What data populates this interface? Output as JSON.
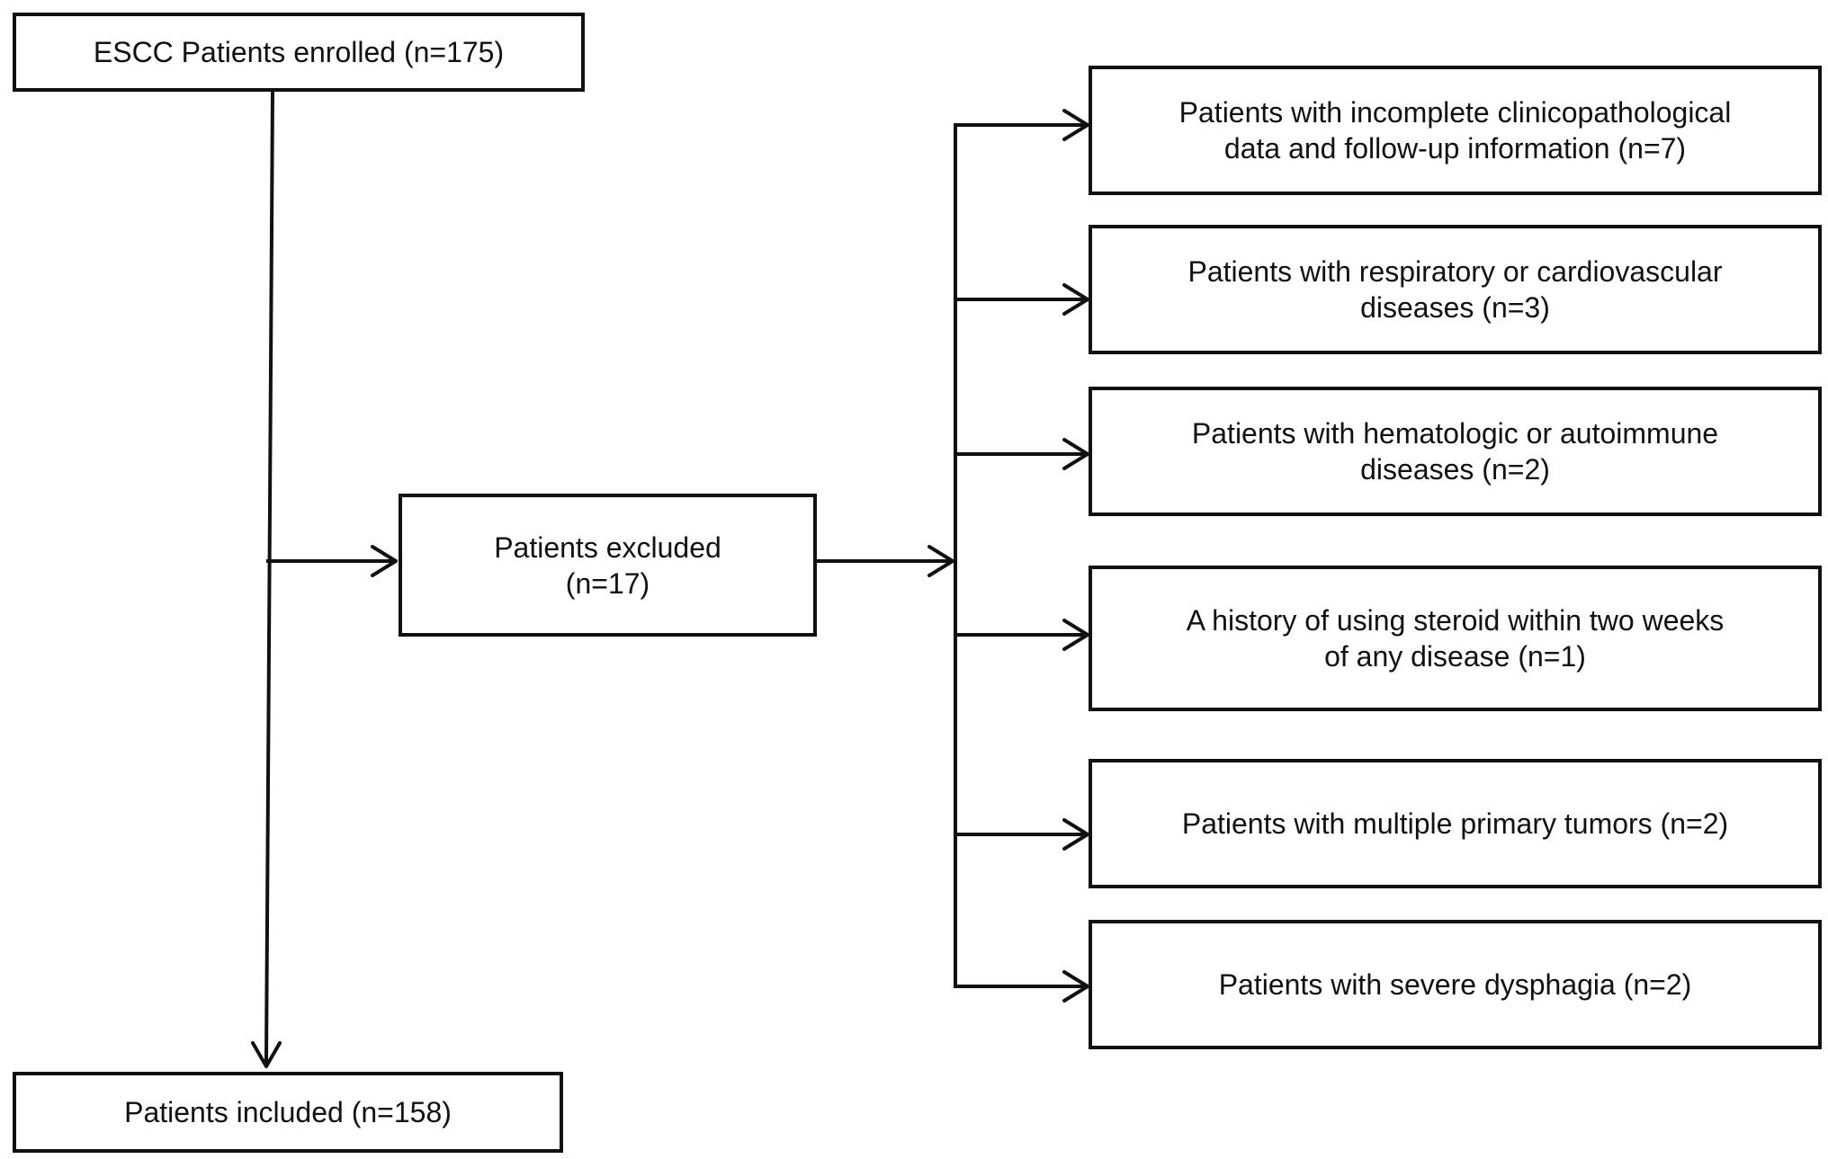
{
  "flowchart": {
    "enrolled": "ESCC Patients enrolled (n=175)",
    "excluded": "Patients excluded\n(n=17)",
    "included": "Patients included (n=158)",
    "exclusion_reasons": [
      "Patients with incomplete clinicopathological\ndata and follow-up information (n=7)",
      "Patients with respiratory or cardiovascular\ndiseases (n=3)",
      "Patients with hematologic or autoimmune\ndiseases (n=2)",
      "A history of using steroid within two weeks\nof any disease (n=1)",
      "Patients with multiple primary tumors (n=2)",
      "Patients with severe dysphagia (n=2)"
    ]
  }
}
